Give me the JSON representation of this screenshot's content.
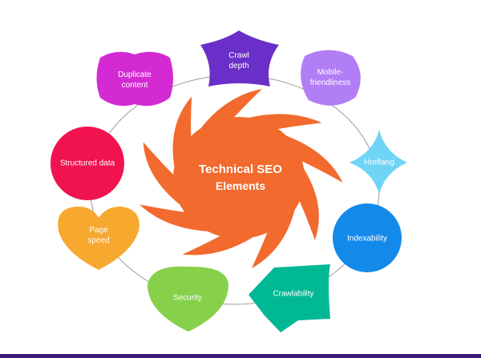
{
  "title": {
    "line1": "Technical SEO",
    "line2": "Elements"
  },
  "nodes": [
    {
      "label": "Crawl depth",
      "color": "#6a2fc8",
      "shape": "pentagon-star"
    },
    {
      "label": "Mobile-friendliness",
      "color": "#b27ef5",
      "shape": "rounded-blob"
    },
    {
      "label": "Hreflang",
      "color": "#70d4f6",
      "shape": "diamond-curved"
    },
    {
      "label": "Indexability",
      "color": "#1389ea",
      "shape": "circle"
    },
    {
      "label": "Crawlability",
      "color": "#00b894",
      "shape": "arrow-box"
    },
    {
      "label": "Security",
      "color": "#86d04a",
      "shape": "leaf"
    },
    {
      "label": "Page speed",
      "color": "#f7a82f",
      "shape": "heart"
    },
    {
      "label": "Structured data",
      "color": "#f0134f",
      "shape": "circle"
    },
    {
      "label": "Duplicate content",
      "color": "#d42ad4",
      "shape": "flower"
    }
  ],
  "colors": {
    "swirl": "#f26a2e",
    "ring": "#9a9a9a",
    "footer_bar": "#3b1a78"
  }
}
